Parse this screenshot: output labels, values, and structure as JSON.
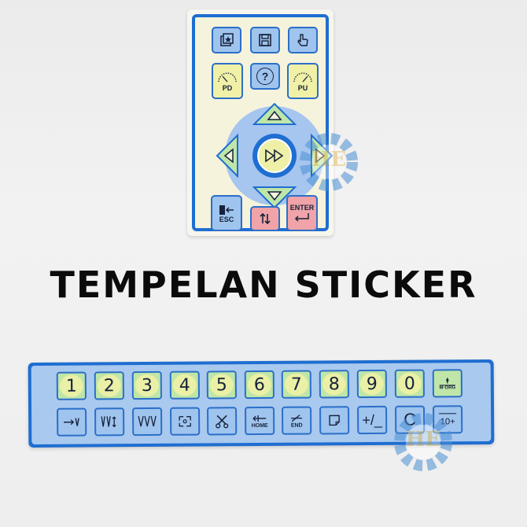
{
  "title": "TEMPELAN STICKER",
  "watermark_text": "HE",
  "top_sticker": {
    "keys": {
      "esc_label": "ESC",
      "enter_label": "ENTER",
      "pd_label": "PD",
      "pu_label": "PU",
      "help_symbol": "?"
    }
  },
  "bottom_sticker": {
    "numbers": [
      "1",
      "2",
      "3",
      "4",
      "5",
      "6",
      "7",
      "8",
      "9",
      "0"
    ],
    "m_org_label": "M·ORG",
    "home_label": "HOME",
    "end_label": "END",
    "plus_minus_label": "+/_",
    "clear_label": "C",
    "ten_plus_label": "10+"
  },
  "colors": {
    "frame_blue": "#1f6ed1",
    "key_blue": "#9fc4ee",
    "key_yellow": "#f0f0a6",
    "key_green": "#bfe6a8",
    "key_pink": "#f0a3a8"
  }
}
